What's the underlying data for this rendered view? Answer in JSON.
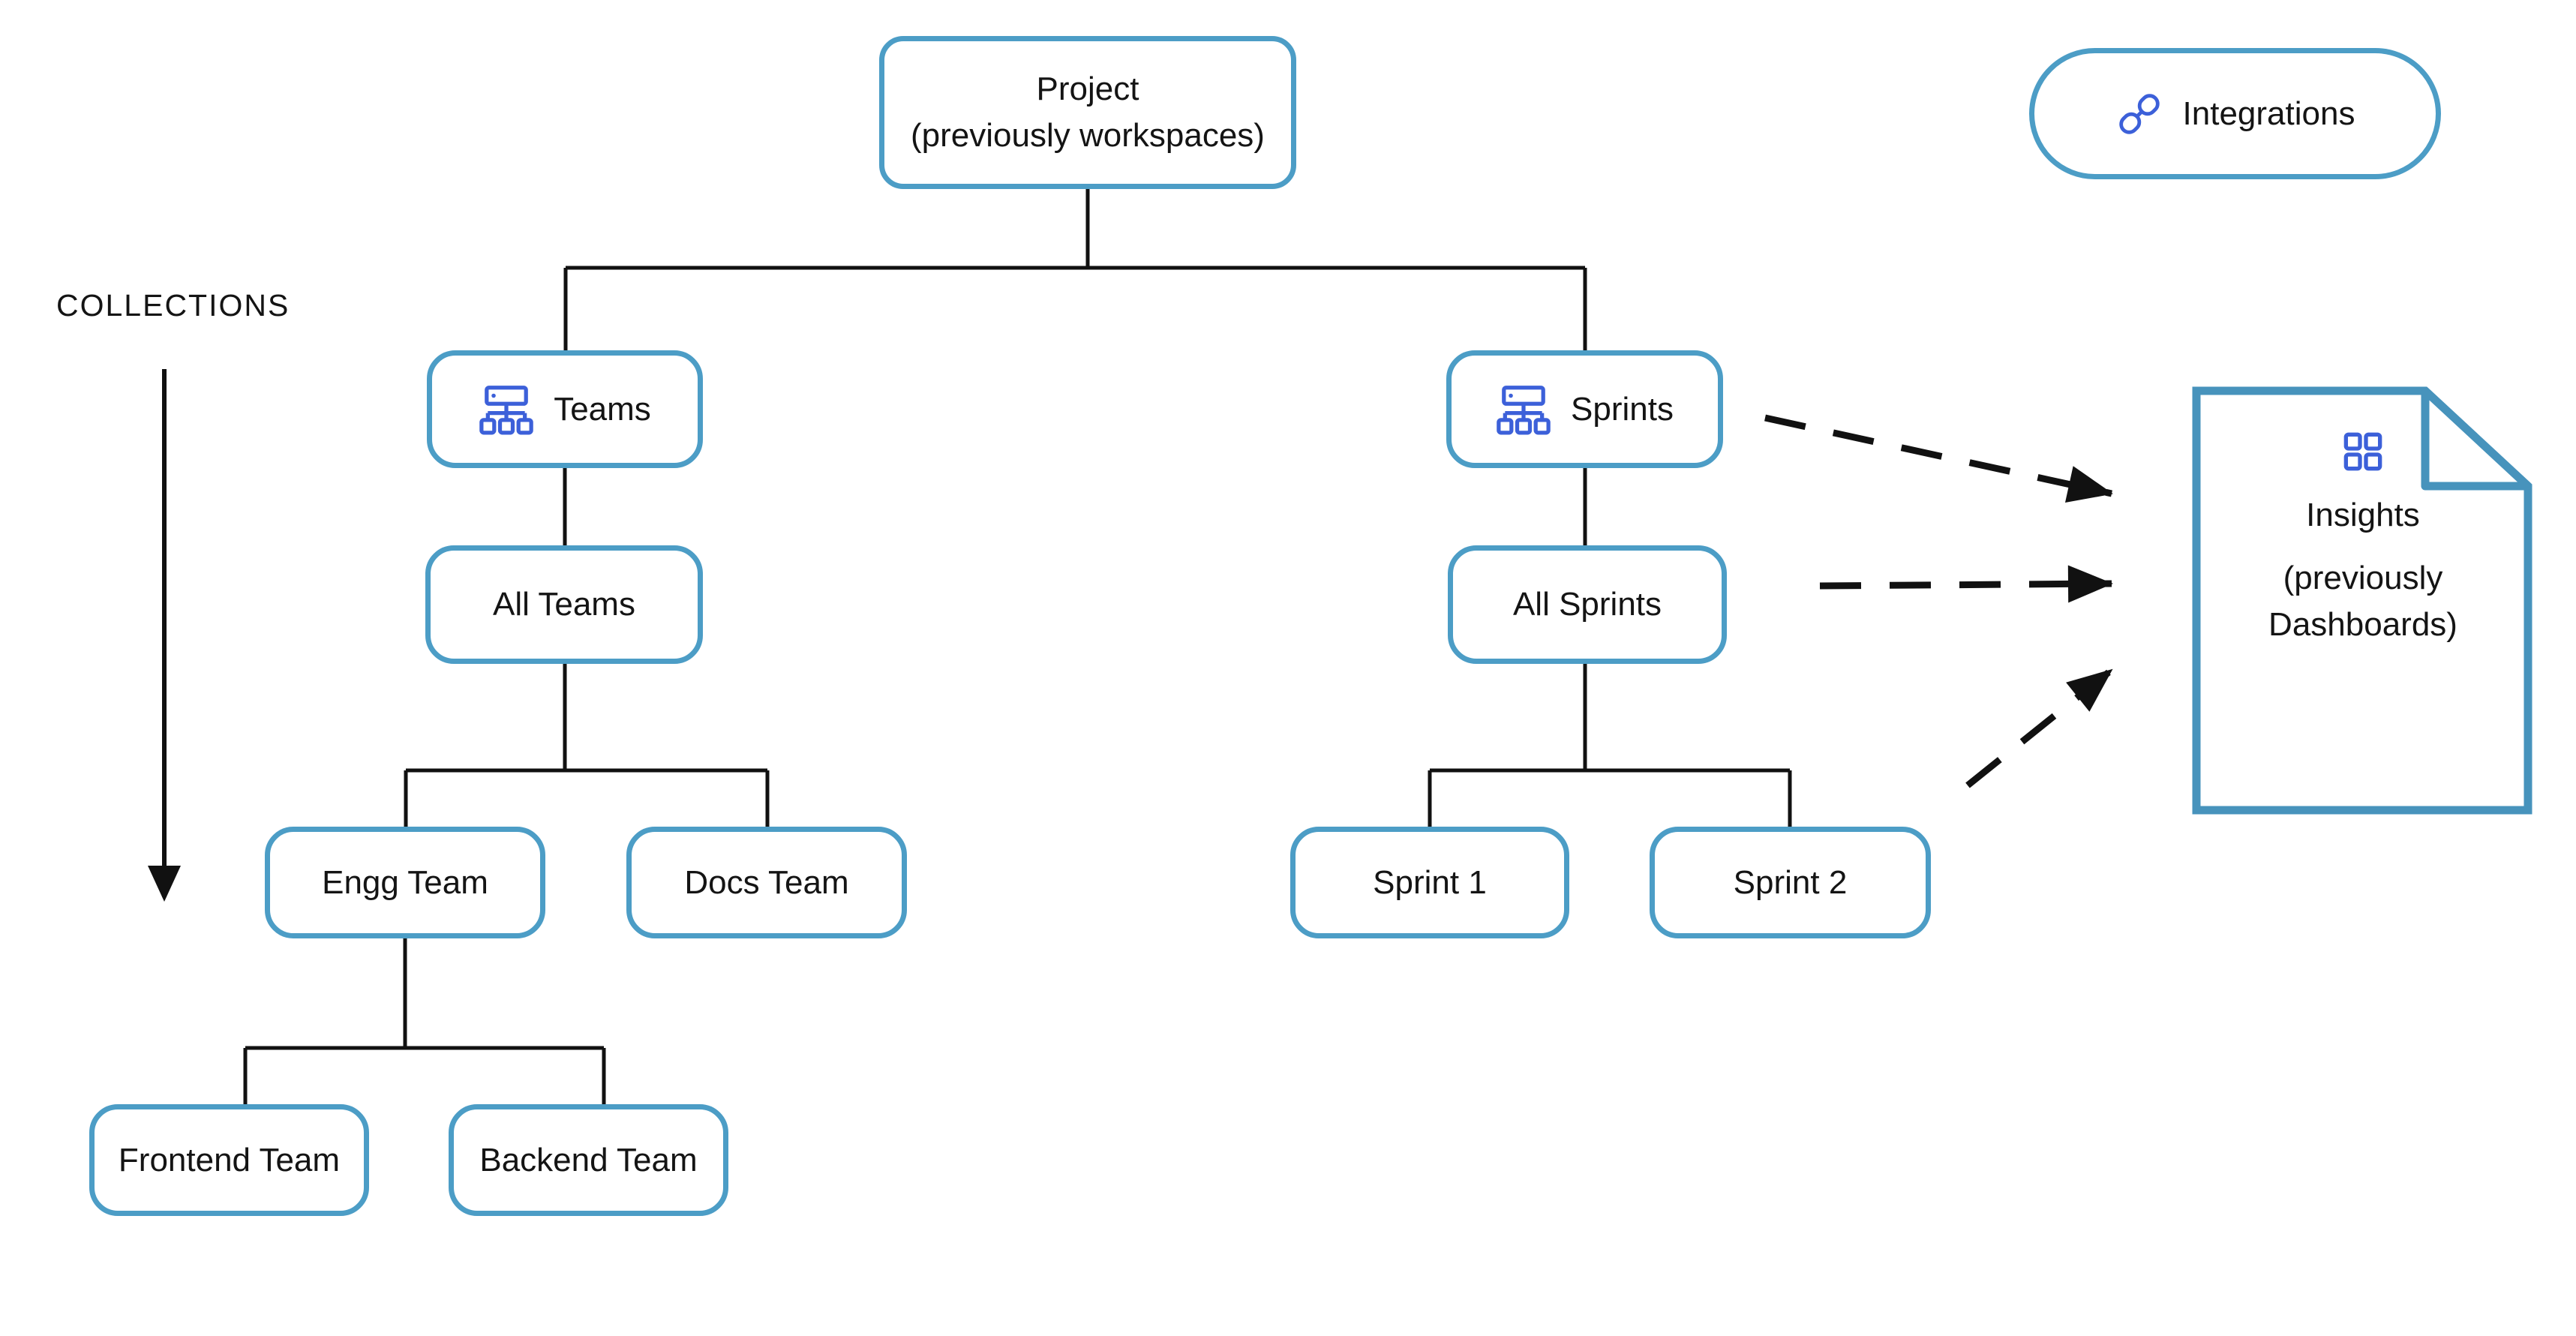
{
  "colors": {
    "box_border": "#4c9dc6",
    "doc_border": "#4793bc",
    "icon_blue": "#3c60d9",
    "line": "#111111",
    "text": "#141414"
  },
  "labels": {
    "collections": "COLLECTIONS"
  },
  "integrations": {
    "label": "Integrations",
    "icon": "link-plug-icon"
  },
  "nodes": {
    "project": {
      "label": "Project",
      "sublabel": "(previously workspaces)"
    },
    "teams": {
      "label": "Teams",
      "icon": "org-chart-icon"
    },
    "sprints": {
      "label": "Sprints",
      "icon": "org-chart-icon"
    },
    "all_teams": {
      "label": "All Teams"
    },
    "all_sprints": {
      "label": "All Sprints"
    },
    "engg_team": {
      "label": "Engg Team"
    },
    "docs_team": {
      "label": "Docs Team"
    },
    "sprint_1": {
      "label": "Sprint 1"
    },
    "sprint_2": {
      "label": "Sprint 2"
    },
    "frontend_team": {
      "label": "Frontend Team"
    },
    "backend_team": {
      "label": "Backend Team"
    },
    "insights": {
      "label": "Insights",
      "sublabel": "(previously Dashboards)",
      "icon": "dashboard-grid-icon"
    }
  }
}
